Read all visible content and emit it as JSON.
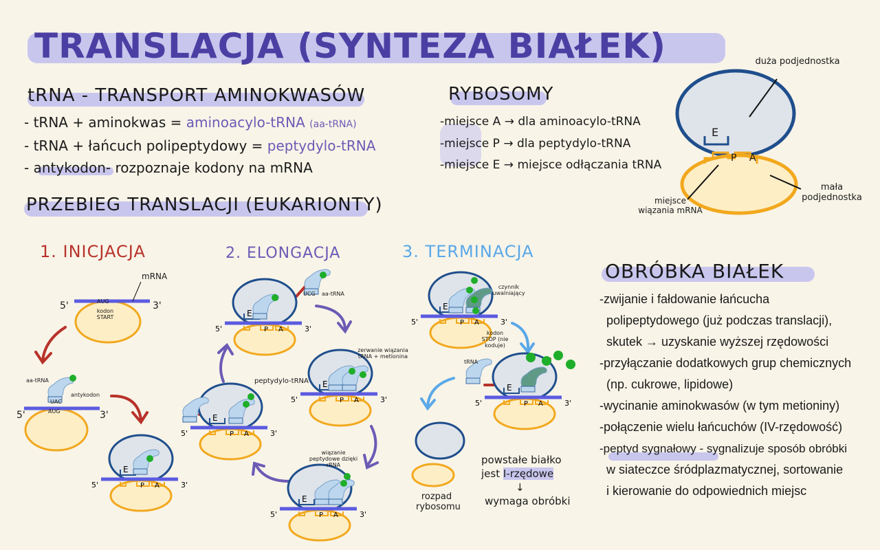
{
  "title": "TRANSLACJA (SYNTEZA BIAŁEK)",
  "trna": {
    "heading": "tRNA - TRANSPORT AMINOKWASÓW",
    "line1": {
      "prefix": "- tRNA + aminokwas = ",
      "term": "aminoacylo-tRNA",
      "abbr": "(aa-tRNA)"
    },
    "line2": {
      "prefix": "- tRNA + łańcuch polipeptydowy = ",
      "term": "peptydylo-tRNA"
    },
    "line3": {
      "prefix": "- ",
      "term": "antykodon",
      "rest": "- rozpoznaje kodony na mRNA"
    }
  },
  "rybosomy": {
    "heading": "RYBOSOMY",
    "items": [
      "-miejsce A → dla aminoacylo-tRNA",
      "-miejsce P → dla peptydylo-tRNA",
      "-miejsce E → miejsce odłączania tRNA"
    ],
    "diagram": {
      "large_label": "duża podjednostka",
      "small_label": "mała podjednostka",
      "mrna_site_label": "miejsce wiązania mRNA",
      "site_e": "E",
      "site_p": "P",
      "site_a": "A"
    }
  },
  "przebieg": {
    "heading": "PRZEBIEG TRANSLACJI (EUKARIONTY)",
    "inicjacja": {
      "title": "1. INICJACJA",
      "mrna": "mRNA",
      "five": "5'",
      "three": "3'",
      "codon": "AUG",
      "start_label": "kodon START",
      "aa_trna": "aa-tRNA",
      "antykodon": "antykodon",
      "anticodon_seq": "UAC"
    },
    "elongacja": {
      "title": "2. ELONGACJA",
      "aa_trna": "aa-tRNA",
      "anticodon_seq": "UCG",
      "break_label": "zerwanie wiązania tRNA + metionina",
      "peptydylo_label": "peptydylo-tRNA",
      "bond_label": "wiązanie peptydowe dzięki rRNA"
    },
    "terminacja": {
      "title": "3. TERMINACJA",
      "release_label": "czynnik uwalniający",
      "stop_label": "kodon STOP (nie koduje)",
      "trna_label": "tRNA",
      "decay_label": "rozpad rybosomu",
      "result_line1": "powstałe białko",
      "result_line2_a": "jest ",
      "result_line2_b": "I-rzędowe",
      "arrow": "↓",
      "result_line3": "wymaga obróbki"
    }
  },
  "obrobka": {
    "heading": "OBRÓBKA BIAŁEK",
    "lines": [
      "-zwijanie i fałdowanie łańcucha",
      "polipeptydowego (już podczas translacji),",
      "skutek → uzyskanie wyższej rzędowości",
      "-przyłączanie dodatkowych grup chemicznych",
      "(np. cukrowe, lipidowe)",
      "-wycinanie aminokwasów (w tym metioniny)",
      "-połączenie wielu łańcuchów (IV-rzędowość)",
      "-peptyd sygnałowy - sygnalizuje sposób obróbki",
      "w siateczce śródplazmatycznej, sortowanie",
      "i kierowanie do odpowiednich miejsc"
    ]
  },
  "colors": {
    "title": "#4b3fa3",
    "highlight": "#c9c6ee",
    "large_subunit": "#1f4e8c",
    "small_subunit": "#f2a81d",
    "mrna": "#5b5be0",
    "initiation": "#b8322a",
    "elongation": "#6b5bb5",
    "termination": "#5aa8e8",
    "amino_acid": "#1fae2a"
  }
}
